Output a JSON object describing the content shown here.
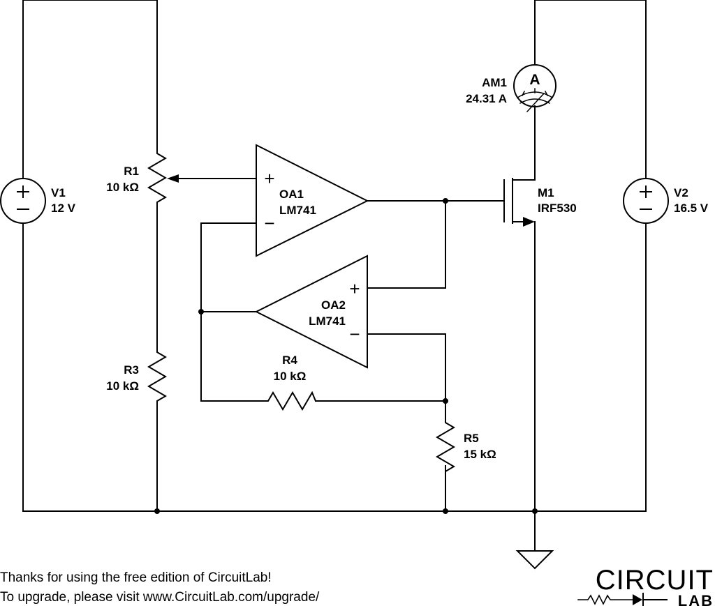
{
  "components": {
    "V1": {
      "name": "V1",
      "value": "12 V"
    },
    "V2": {
      "name": "V2",
      "value": "16.5 V"
    },
    "R1": {
      "name": "R1",
      "value": "10 kΩ"
    },
    "R3": {
      "name": "R3",
      "value": "10 kΩ"
    },
    "R4": {
      "name": "R4",
      "value": "10 kΩ"
    },
    "R5": {
      "name": "R5",
      "value": "15 kΩ"
    },
    "OA1": {
      "name": "OA1",
      "value": "LM741"
    },
    "OA2": {
      "name": "OA2",
      "value": "LM741"
    },
    "M1": {
      "name": "M1",
      "value": "IRF530"
    },
    "AM1": {
      "name": "AM1",
      "value": "24.31 A",
      "symbol": "A"
    }
  },
  "symbols": {
    "plus": "+",
    "minus": "−"
  },
  "footer": {
    "line1": "Thanks for using the free edition of CircuitLab!",
    "line2": "To upgrade, please visit www.CircuitLab.com/upgrade/"
  },
  "logo": {
    "top": "CIRCUIT",
    "bottom": "LAB"
  }
}
